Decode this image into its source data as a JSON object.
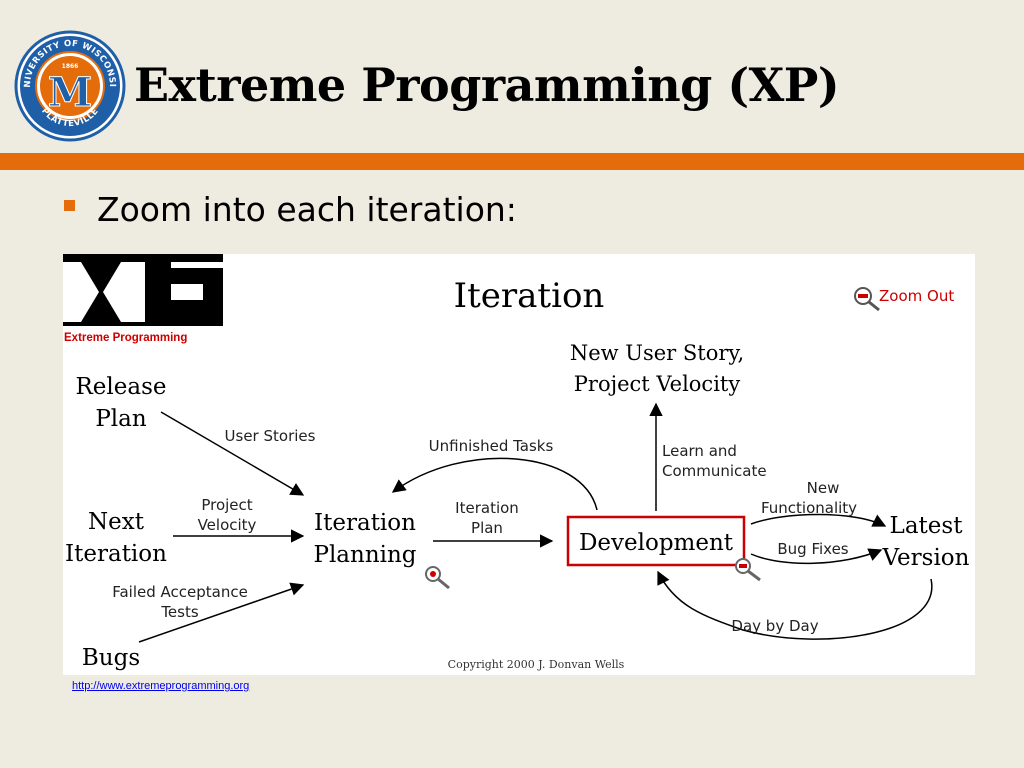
{
  "slide": {
    "title": "Extreme Programming (XP)",
    "bullet": "Zoom into each iteration:",
    "source_link": "http://www.extremeprogramming.org"
  },
  "seal": {
    "ring_text_top": "UNIVERSITY OF WISCONSIN",
    "ring_text_bottom": "PLATTEVILLE",
    "year": "1866",
    "letter": "M"
  },
  "diagram": {
    "logo_tagline": "Extreme Programming",
    "title": "Iteration",
    "zoom_out": "Zoom Out",
    "nodes": {
      "release_plan": [
        "Release",
        "Plan"
      ],
      "next_iteration": [
        "Next",
        "Iteration"
      ],
      "bugs": "Bugs",
      "iteration_planning": [
        "Iteration",
        "Planning"
      ],
      "development": "Development",
      "new_user_story": [
        "New User Story,",
        "Project Velocity"
      ],
      "latest_version": [
        "Latest",
        "Version"
      ]
    },
    "edge_labels": {
      "user_stories": "User Stories",
      "project_velocity": [
        "Project",
        "Velocity"
      ],
      "failed_acceptance": [
        "Failed Acceptance",
        "Tests"
      ],
      "iteration_plan": [
        "Iteration",
        "Plan"
      ],
      "unfinished_tasks": "Unfinished Tasks",
      "learn_communicate": [
        "Learn and",
        "Communicate"
      ],
      "new_functionality": [
        "New",
        "Functionality"
      ],
      "bug_fixes": "Bug Fixes",
      "day_by_day": "Day by Day"
    },
    "copyright": "Copyright 2000 J. Donvan Wells"
  },
  "colors": {
    "background": "#eeece1",
    "accent_orange": "#e46c0a",
    "seal_blue": "#1f5fa8",
    "development_border": "#cc0000",
    "zoom_out_red": "#cc0000"
  }
}
